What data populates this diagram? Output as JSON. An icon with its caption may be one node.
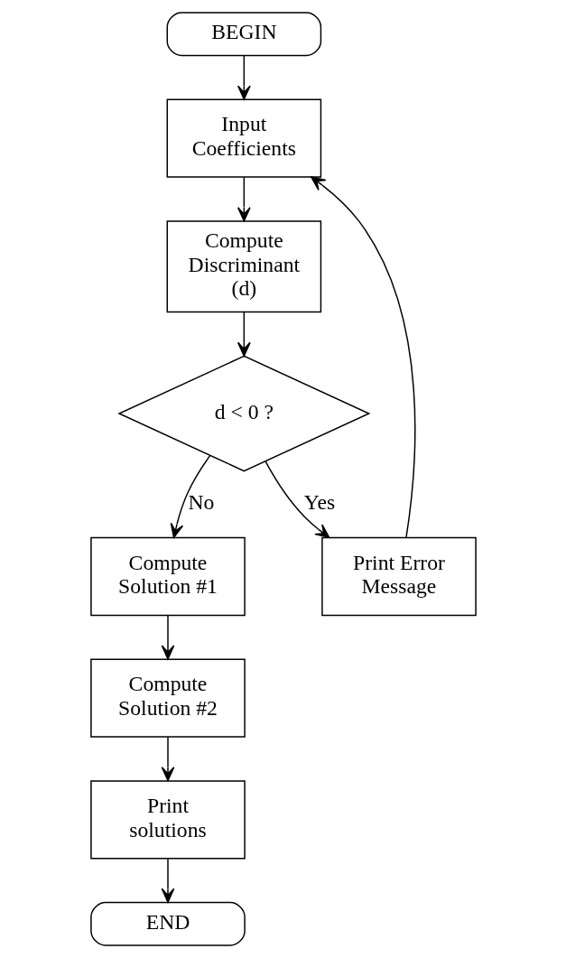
{
  "diagram": {
    "nodes": [
      {
        "text": [
          "BEGIN"
        ]
      },
      {
        "text": [
          "Input Coefficients"
        ]
      },
      {
        "text": [
          "Compute Discriminant (d)"
        ]
      },
      {
        "text": [
          "d < 0 ?"
        ]
      },
      {
        "text": [
          "Compute Solution #1"
        ]
      },
      {
        "text": [
          "Print Error Message"
        ]
      },
      {
        "text": [
          "Compute Solution #2"
        ]
      },
      {
        "text": [
          "Print solutions"
        ]
      },
      {
        "text": [
          "END"
        ]
      }
    ],
    "edges": [
      {
        "from": 0,
        "to": 1,
        "arrow": "to"
      },
      {
        "from": 1,
        "to": 2,
        "arrow": "to"
      },
      {
        "from": 2,
        "to": 3,
        "arrow": "to"
      },
      {
        "from": 3,
        "to": 5,
        "arrow": "to",
        "label": "Yes"
      },
      {
        "from": 3,
        "to": 4,
        "arrow": "to",
        "label": "No"
      },
      {
        "from": 5,
        "to": 1,
        "arrow": "to"
      },
      {
        "from": 4,
        "to": 6,
        "arrow": "to"
      },
      {
        "from": 6,
        "to": 7,
        "arrow": "to"
      },
      {
        "from": 7,
        "to": 8,
        "arrow": "to"
      }
    ]
  }
}
